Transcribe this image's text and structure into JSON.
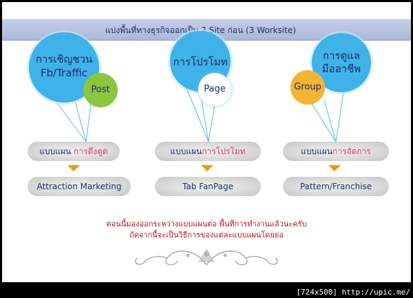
{
  "banner": {
    "title": "แบ่งพื้นที่ทางธุรกิจออกเป็น 3 Site ก่อน (3 Worksite)"
  },
  "columns": [
    {
      "big_label": [
        "การเชิญชวน",
        "Fb/Traffic"
      ],
      "small_label": "Post",
      "plan_prefix": "แบบแผน ",
      "plan_highlight": "การดึงดูด",
      "result": "Attraction Marketing"
    },
    {
      "big_label": [
        "การโปรโมท"
      ],
      "small_label": "Page",
      "plan_prefix": "แบบแผน",
      "plan_highlight": "การโปรโมท",
      "result": "Tab FanPage"
    },
    {
      "big_label": [
        "การดูแล",
        "มืออาชีพ"
      ],
      "small_label": "Group",
      "plan_prefix": "แบบแผน",
      "plan_highlight": "การจัดการ",
      "result": "Pattern/Franchise"
    }
  ],
  "caption": [
    "ตอนนี้มองออกระหว่างแบบแผนต่อ พื้นที่การทำงานแล้วนะครับ",
    "ถัดจากนี้จะเป็นวิธีการของแต่ละแบบแผนโดยย่อ"
  ],
  "footer": "[724x500] http://upic.me/",
  "colors": {
    "big_circle": "#3fb2e9",
    "post_circle": "#8cc83f",
    "page_circle": "#ffffff",
    "group_circle": "#f0b533",
    "highlight": "#e0357a",
    "arrow": "#f3941a",
    "caption": "#b3161b"
  }
}
